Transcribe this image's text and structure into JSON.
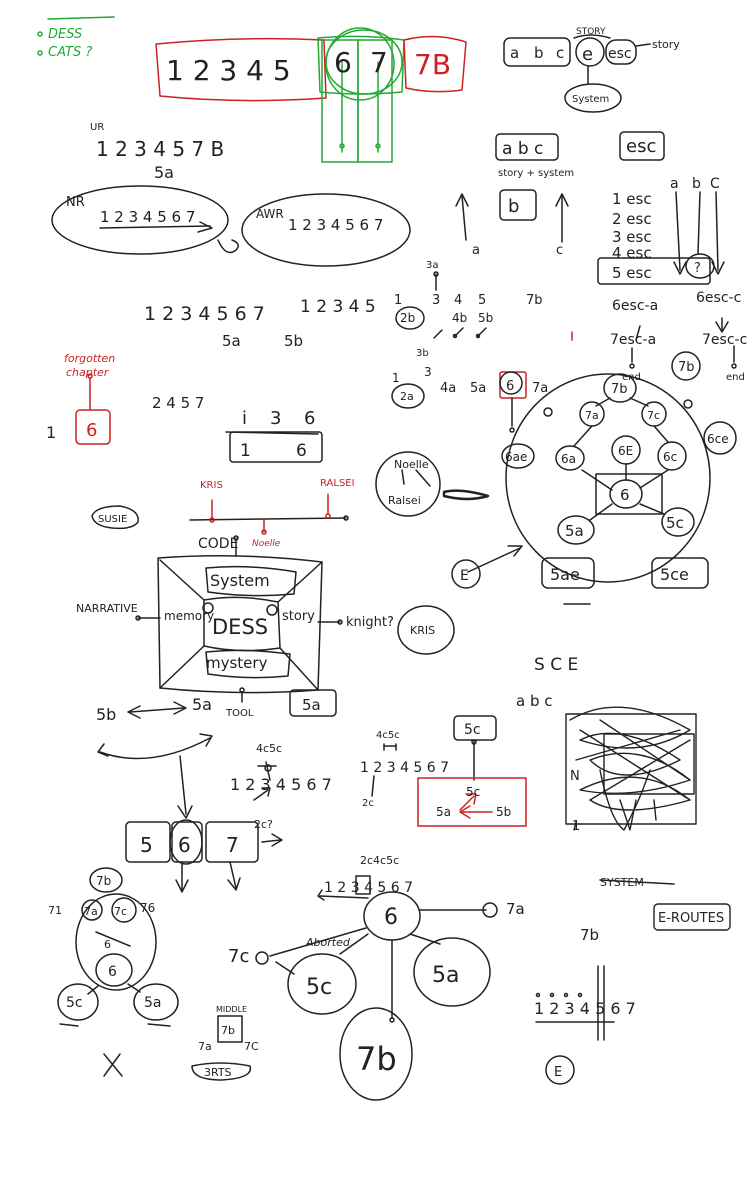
{
  "colors": {
    "ink": "#222222",
    "red": "#cc2222",
    "green": "#22aa33"
  },
  "notes_green": [
    "DESS",
    "CATS ?"
  ],
  "top_row": {
    "red_box_digits": "1 2 3 4  5",
    "green_digits": [
      "6",
      "7"
    ],
    "red_tag": "7B"
  },
  "story_diagram": {
    "letters": [
      "a",
      "b",
      "c"
    ],
    "e": "e",
    "esc": "esc",
    "story_top": "STORY",
    "story_right": "story",
    "system": "System"
  },
  "left_block": {
    "ur": "UR",
    "sequence": "1 2 3 4 5  7 B",
    "five_a": "5a",
    "nr_label": "NR",
    "nr_seq": "1 2 3 4 5 6 7",
    "awr_label": "AWR",
    "awr_seq": "1 2 3 4 5 6 7",
    "seq1": "1 2 3 4 5 6 7",
    "seq2": "1 2 3 4 5",
    "lbl_5a": "5a",
    "lbl_5b": "5b",
    "forgotten": [
      "forgotten",
      "chapter"
    ],
    "one": "1",
    "six": "6",
    "digits_2457": "2 4 5 7",
    "row_i36": [
      "i",
      "3",
      "6"
    ],
    "box_1": "1",
    "box_6": "6"
  },
  "mid_upper": {
    "abc_box": "a b c",
    "story_system": "story + system",
    "b_box": "b",
    "a_arrow": "a",
    "c_arrow": "c",
    "esc_box": "esc",
    "n3a": "3a",
    "row_a": [
      "1",
      "3",
      "4",
      "5"
    ],
    "seven_b": "7b",
    "two_b": "2b",
    "four_b": "4b",
    "five_b": "5b",
    "three_b": "3b",
    "row_b": [
      "1",
      "3",
      "4a",
      "5a",
      "6",
      "7a"
    ],
    "two_a": "2a"
  },
  "esc_list": {
    "items": [
      "1 esc",
      "2 esc",
      "3 esc",
      "4 esc",
      "5 esc"
    ],
    "abc": [
      "a",
      "b",
      "C"
    ],
    "q": "?",
    "esc6a": "6esc-a",
    "esc6c": "6esc-c",
    "esc7a": "7esc-a",
    "esc7c": "7esc-c",
    "end1": "end",
    "n7b": "7b",
    "end2": "end"
  },
  "graph_right": {
    "nodes": [
      "7b",
      "7a",
      "7c",
      "6ae",
      "6a",
      "6E",
      "6c",
      "6ce",
      "6",
      "5a",
      "5c",
      "E",
      "5ae",
      "5ce"
    ]
  },
  "mid_left": {
    "kris": "KRIS",
    "ralsei": "RALSEI",
    "noelle_small": "Noelle",
    "noelle": "Noelle",
    "ralsei2": "Ralsei",
    "susie": "SUSIE",
    "code": "CODE",
    "system": "System",
    "dess": "DESS",
    "memory": "memory",
    "story": "story",
    "mystery": "mystery",
    "narrative": "NARRATIVE",
    "knight": "knight?",
    "kris_circle": "KRIS",
    "tool": "TOOL",
    "box_5a": "5a"
  },
  "lower": {
    "five_b": "5b",
    "five_a": "5a",
    "n4c5c": "4c5c",
    "seq": "1 2 3 4 5 6 7",
    "two_c": "2c",
    "q2c": "2c?",
    "boxes": [
      "5",
      "6",
      "7"
    ],
    "n4c5c_b": "4c5c",
    "seq_b": "1 2 3 4 5 6 7",
    "two_c_b": "2c",
    "box_5c": "5c",
    "red_5c": "5c",
    "red_5a": "5a",
    "red_5b": "5b",
    "sce": "S C  E",
    "abc": "a b c",
    "n_letter": "N",
    "one": "1",
    "system_struck": "SYSTEM",
    "e_routes": "E-ROUTES",
    "n7b": "7b",
    "dots_seq": "1 2 3 4 5 6 7",
    "e_circle": "E"
  },
  "bottom_left": {
    "n7b": "7b",
    "n7a": "7a",
    "n7c": "7c",
    "n71": "71",
    "n76": "76",
    "n6": "6",
    "n5c": "5c",
    "n5a": "5a",
    "n6s": "6",
    "middle": "MIDDLE",
    "box_7b": "7b",
    "n7a_b": "7a",
    "n7c_b": "7C",
    "rts": "3RTS"
  },
  "bottom_mid": {
    "n2c4c5c": "2c4c5c",
    "seq": "1 2 3 4 5 6 7",
    "six": "6",
    "seven_a": "7a",
    "aborted": "Aborted",
    "seven_c": "7c",
    "five_c": "5c",
    "five_a": "5a",
    "seven_b": "7b"
  }
}
